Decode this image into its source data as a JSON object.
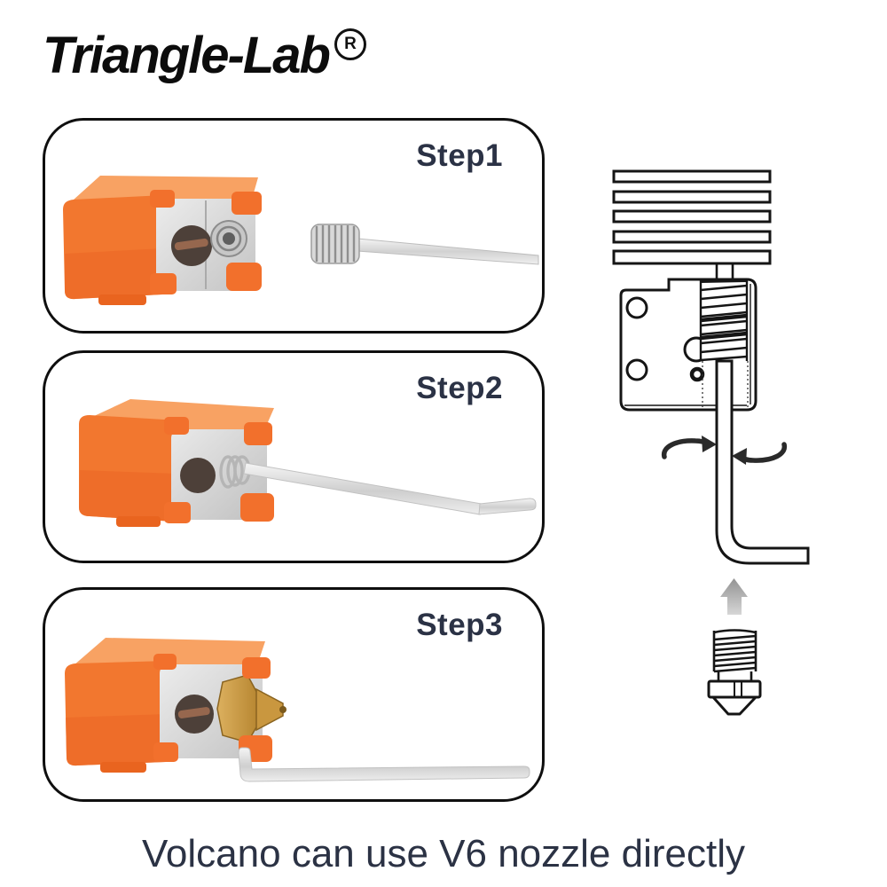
{
  "logo": {
    "brand": "Triangle-Lab",
    "registered_mark": "R"
  },
  "steps": [
    {
      "label": "Step1"
    },
    {
      "label": "Step2"
    },
    {
      "label": "Step3"
    }
  ],
  "caption": {
    "text": "Volcano can use V6 nozzle directly"
  },
  "diagram": {
    "parts": [
      "heatsink-fins",
      "heater-block",
      "block-thread",
      "hex-wrench",
      "rotation-arrows",
      "insert-up-arrow",
      "v6-nozzle"
    ]
  },
  "colors": {
    "accent_orange": "#F2702D",
    "heading_text": "#2B3244",
    "line": "#1A1A1A",
    "metal_gray": "#D9D9D9",
    "brass": "#C9973F",
    "arrow_gray": "#A9A9A9"
  }
}
